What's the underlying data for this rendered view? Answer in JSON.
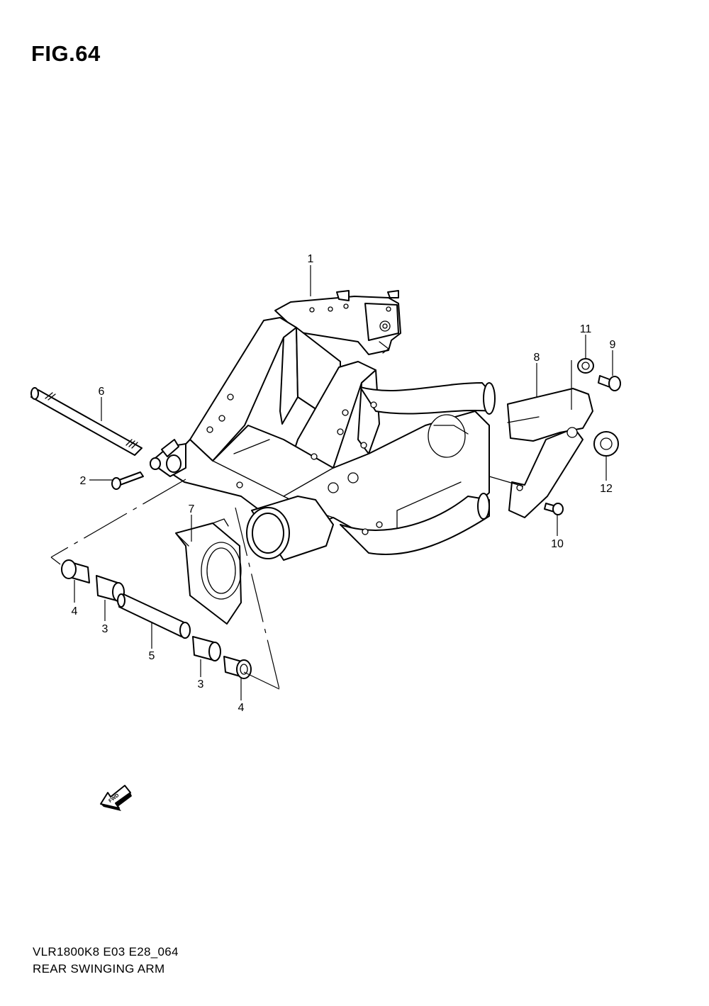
{
  "header": {
    "figure": "FIG.64"
  },
  "footer": {
    "model_code": "VLR1800K8 E03 E28_064",
    "assembly_name": "REAR SWINGING ARM"
  },
  "callouts": [
    {
      "id": "c1",
      "label": "1"
    },
    {
      "id": "c2",
      "label": "2"
    },
    {
      "id": "c3a",
      "label": "3"
    },
    {
      "id": "c3b",
      "label": "3"
    },
    {
      "id": "c4a",
      "label": "4"
    },
    {
      "id": "c4b",
      "label": "4"
    },
    {
      "id": "c5",
      "label": "5"
    },
    {
      "id": "c6",
      "label": "6"
    },
    {
      "id": "c7",
      "label": "7"
    },
    {
      "id": "c8",
      "label": "8"
    },
    {
      "id": "c9",
      "label": "9"
    },
    {
      "id": "c10",
      "label": "10"
    },
    {
      "id": "c11",
      "label": "11"
    },
    {
      "id": "c12",
      "label": "12"
    }
  ],
  "direction_marker": {
    "label": "FWD",
    "icon": "fwd-arrow-icon"
  },
  "colors": {
    "line": "#000000",
    "background": "#ffffff"
  }
}
